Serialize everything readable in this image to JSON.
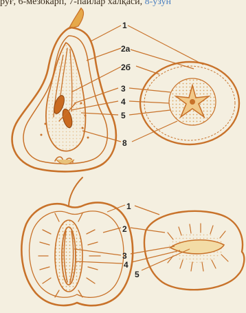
{
  "caption": {
    "text": "руғ, 6-мезокарп, 7-пайлар халқаси,",
    "text_blue": " 8-узун"
  },
  "labels": {
    "pear": [
      "1",
      "2а",
      "2б",
      "3",
      "4",
      "5",
      "8"
    ],
    "apple": [
      "1",
      "2",
      "3",
      "4",
      "5"
    ]
  },
  "colors": {
    "ink": "#c8722a",
    "background": "#f4efe0",
    "stipple": "#d9a15a",
    "seed": "#c96a20"
  }
}
